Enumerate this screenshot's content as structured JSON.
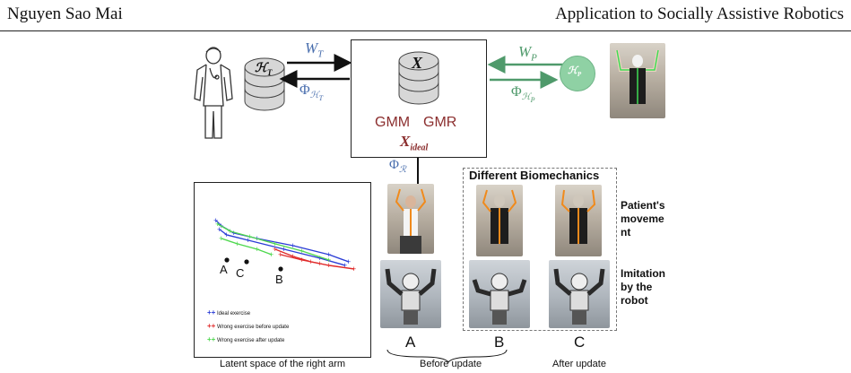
{
  "header": {
    "left": "Nguyen Sao Mai",
    "right": "Application to Socially Assistive Robotics"
  },
  "diagram": {
    "therapist_db_label": "ℋ",
    "therapist_db_sub": "T",
    "center_db_label": "X",
    "patient_db_label": "ℋ",
    "patient_db_sub": "P",
    "w_t": "W",
    "w_t_sub": "T",
    "phi_t": "Φ",
    "phi_t_sub": "ℋ",
    "phi_t_subsub": "T",
    "w_p": "W",
    "w_p_sub": "P",
    "phi_p": "Φ",
    "phi_p_sub": "ℋ",
    "phi_p_subsub": "P",
    "gmm": "GMM",
    "gmr": "GMR",
    "x_ideal": "X",
    "x_ideal_sub": "ideal",
    "phi_r": "Φ",
    "phi_r_sub": "ℛ",
    "colors": {
      "blue": "#4a6fae",
      "green": "#4f9a6b",
      "red": "#8b2e2e"
    }
  },
  "latent_plot": {
    "legend": [
      {
        "label": "Ideal exercise",
        "color": "#2b3dd6"
      },
      {
        "label": "Wrong exercise before update",
        "color": "#e02a2a"
      },
      {
        "label": "Wrong exercise after update",
        "color": "#4ed84e"
      }
    ],
    "point_labels": {
      "a": "A",
      "b": "B",
      "c": "C"
    },
    "caption": "Latent space of the right arm"
  },
  "biomech": {
    "title": "Different Biomechanics",
    "row1_label": "Patient's moveme nt",
    "row1_lines": [
      "Patient's",
      "moveme",
      "nt"
    ],
    "row2_lines": [
      "Imitation",
      "by the",
      "robot"
    ],
    "labels": {
      "a": "A",
      "b": "B",
      "c": "C"
    },
    "before_update": "Before update",
    "after_update": "After update"
  }
}
